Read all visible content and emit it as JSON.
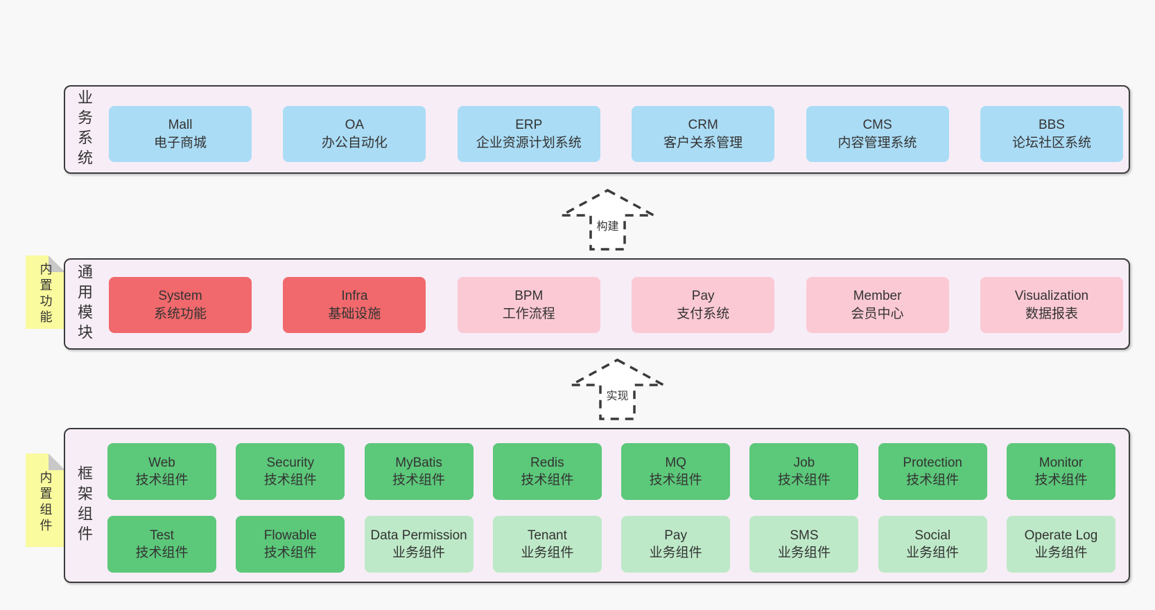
{
  "colors": {
    "page_background": "#f8f8f8",
    "container_fill": "#f7edf6",
    "container_border": "#3b3b3b",
    "blue_box": "#abdcf5",
    "red_box": "#f1696c",
    "pink_box": "#fbc9d4",
    "green_box": "#5cc87a",
    "light_green_box": "#bee9c8",
    "sticky_yellow": "#fafa9e",
    "sticky_fold_gray": "#c8c8c8",
    "text": "#333333"
  },
  "arrows": [
    {
      "label": "构建"
    },
    {
      "label": "实现"
    }
  ],
  "sections": [
    {
      "label": "业务系统",
      "boxes": [
        {
          "title": "Mall",
          "subtitle": "电子商城",
          "variant": "blue"
        },
        {
          "title": "OA",
          "subtitle": "办公自动化",
          "variant": "blue"
        },
        {
          "title": "ERP",
          "subtitle": "企业资源计划系统",
          "variant": "blue"
        },
        {
          "title": "CRM",
          "subtitle": "客户关系管理",
          "variant": "blue"
        },
        {
          "title": "CMS",
          "subtitle": "内容管理系统",
          "variant": "blue"
        },
        {
          "title": "BBS",
          "subtitle": "论坛社区系统",
          "variant": "blue"
        }
      ]
    },
    {
      "label": "通用模块",
      "sticky_label": "内置功能",
      "boxes": [
        {
          "title": "System",
          "subtitle": "系统功能",
          "variant": "red"
        },
        {
          "title": "Infra",
          "subtitle": "基础设施",
          "variant": "red"
        },
        {
          "title": "BPM",
          "subtitle": "工作流程",
          "variant": "pink"
        },
        {
          "title": "Pay",
          "subtitle": "支付系统",
          "variant": "pink"
        },
        {
          "title": "Member",
          "subtitle": "会员中心",
          "variant": "pink"
        },
        {
          "title": "Visualization",
          "subtitle": "数据报表",
          "variant": "pink"
        }
      ]
    },
    {
      "label": "框架组件",
      "sticky_label": "内置组件",
      "rows": [
        [
          {
            "title": "Web",
            "subtitle": "技术组件",
            "variant": "green"
          },
          {
            "title": "Security",
            "subtitle": "技术组件",
            "variant": "green"
          },
          {
            "title": "MyBatis",
            "subtitle": "技术组件",
            "variant": "green"
          },
          {
            "title": "Redis",
            "subtitle": "技术组件",
            "variant": "green"
          },
          {
            "title": "MQ",
            "subtitle": "技术组件",
            "variant": "green"
          },
          {
            "title": "Job",
            "subtitle": "技术组件",
            "variant": "green"
          },
          {
            "title": "Protection",
            "subtitle": "技术组件",
            "variant": "green"
          },
          {
            "title": "Monitor",
            "subtitle": "技术组件",
            "variant": "green"
          }
        ],
        [
          {
            "title": "Test",
            "subtitle": "技术组件",
            "variant": "green"
          },
          {
            "title": "Flowable",
            "subtitle": "技术组件",
            "variant": "green"
          },
          {
            "title": "Data Permission",
            "subtitle": "业务组件",
            "variant": "green-light"
          },
          {
            "title": "Tenant",
            "subtitle": "业务组件",
            "variant": "green-light"
          },
          {
            "title": "Pay",
            "subtitle": "业务组件",
            "variant": "green-light"
          },
          {
            "title": "SMS",
            "subtitle": "业务组件",
            "variant": "green-light"
          },
          {
            "title": "Social",
            "subtitle": "业务组件",
            "variant": "green-light"
          },
          {
            "title": "Operate Log",
            "subtitle": "业务组件",
            "variant": "green-light"
          }
        ]
      ]
    }
  ]
}
